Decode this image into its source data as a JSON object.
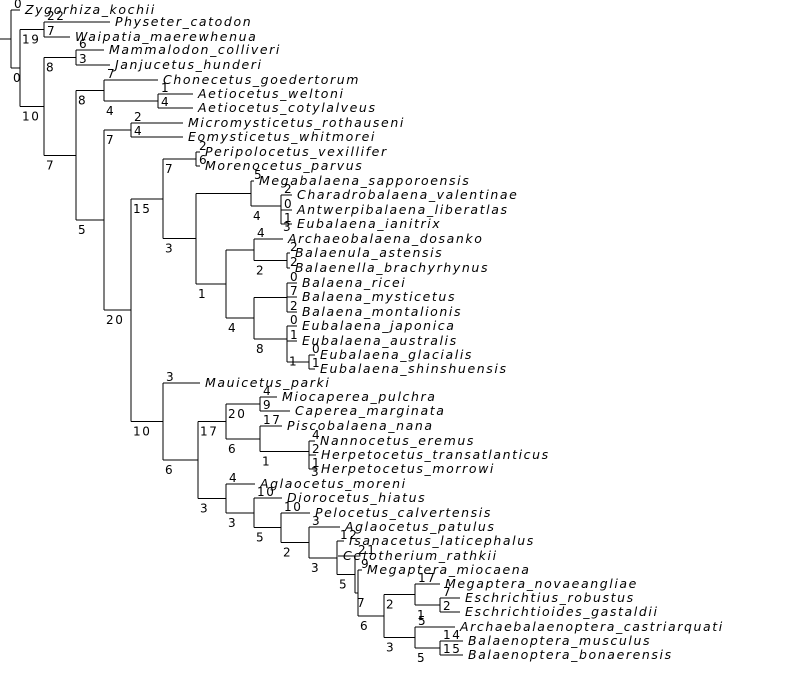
{
  "tree": {
    "taxa": [
      {
        "name": "Zygorhiza_kochii",
        "value": "0"
      },
      {
        "name": "Physeter_catodon",
        "value": "22"
      },
      {
        "name": "Waipatia_maerewhenua",
        "value": "7"
      },
      {
        "name": "Mammalodon_colliveri",
        "value": "6"
      },
      {
        "name": "Janjucetus_hunderi",
        "value": "3"
      },
      {
        "name": "Chonecetus_goedertorum",
        "value": "7"
      },
      {
        "name": "Aetiocetus_weltoni",
        "value": "1"
      },
      {
        "name": "Aetiocetus_cotylalveus",
        "value": "4"
      },
      {
        "name": "Micromysticetus_rothauseni",
        "value": "2"
      },
      {
        "name": "Eomysticetus_whitmorei",
        "value": "4"
      },
      {
        "name": "Peripolocetus_vexillifer",
        "value": "2"
      },
      {
        "name": "Morenocetus_parvus",
        "value": "6"
      },
      {
        "name": "Megabalaena_sapporoensis",
        "value": "5"
      },
      {
        "name": "Charadrobalaena_valentinae",
        "value": "2"
      },
      {
        "name": "Antwerpibalaena_liberatlas",
        "value": "0"
      },
      {
        "name": "Eubalaena_ianitrix",
        "value": "1"
      },
      {
        "name": "Archaeobalaena_dosanko",
        "value": "4"
      },
      {
        "name": "Balaenula_astensis",
        "value": "2"
      },
      {
        "name": "Balaenella_brachyrhynus",
        "value": "2"
      },
      {
        "name": "Balaena_ricei",
        "value": "0"
      },
      {
        "name": "Balaena_mysticetus",
        "value": "7"
      },
      {
        "name": "Balaena_montalionis",
        "value": "2"
      },
      {
        "name": "Eubalaena_japonica",
        "value": "0"
      },
      {
        "name": "Eubalaena_australis",
        "value": "1"
      },
      {
        "name": "Eubalaena_glacialis",
        "value": "0"
      },
      {
        "name": "Eubalaena_shinshuensis",
        "value": "1"
      },
      {
        "name": "Mauicetus_parki",
        "value": "3"
      },
      {
        "name": "Miocaperea_pulchra",
        "value": "4"
      },
      {
        "name": "Caperea_marginata",
        "value": "9"
      },
      {
        "name": "Piscobalaena_nana",
        "value": "17"
      },
      {
        "name": "Nannocetus_eremus",
        "value": "4"
      },
      {
        "name": "Herpetocetus_transatlanticus",
        "value": "2"
      },
      {
        "name": "Herpetocetus_morrowi",
        "value": "1"
      },
      {
        "name": "Aglaocetus_moreni",
        "value": "4"
      },
      {
        "name": "Diorocetus_hiatus",
        "value": "10"
      },
      {
        "name": "Pelocetus_calvertensis",
        "value": "10"
      },
      {
        "name": "Aglaocetus_patulus",
        "value": "3"
      },
      {
        "name": "Isanacetus_laticephalus",
        "value": "12"
      },
      {
        "name": "Cetotherium_rathkii",
        "value": "21"
      },
      {
        "name": "Megaptera_miocaena",
        "value": "9"
      },
      {
        "name": "Megaptera_novaeangliae",
        "value": "17"
      },
      {
        "name": "Eschrichtius_robustus",
        "value": "7"
      },
      {
        "name": "Eschrichtioides_gastaldii",
        "value": "2"
      },
      {
        "name": "Archaebalaenoptera_castriarquati",
        "value": "5"
      },
      {
        "name": "Balaenoptera_musculus",
        "value": "14"
      },
      {
        "name": "Balaenoptera_bonaerensis",
        "value": "15"
      }
    ],
    "internal_values": {
      "a": "0",
      "b": "19",
      "c": "10",
      "d": "8",
      "e": "7",
      "f": "8",
      "g": "4",
      "h": "5",
      "i": "7",
      "j": "20",
      "k": "15",
      "l": "7",
      "m": "3",
      "n": "4",
      "o": "3",
      "p": "1",
      "q": "1",
      "r": "4",
      "s": "2",
      "t": "8",
      "u": "1",
      "v": "10",
      "w": "6",
      "x": "17",
      "y": "20",
      "z": "6",
      "aa": "3",
      "ab": "1",
      "ac": "3",
      "ad": "3",
      "ae": "5",
      "af": "2",
      "ag": "3",
      "ah": "5",
      "ai": "7",
      "aj": "6",
      "ak": "2",
      "al": "1",
      "am": "3",
      "an": "5"
    }
  }
}
